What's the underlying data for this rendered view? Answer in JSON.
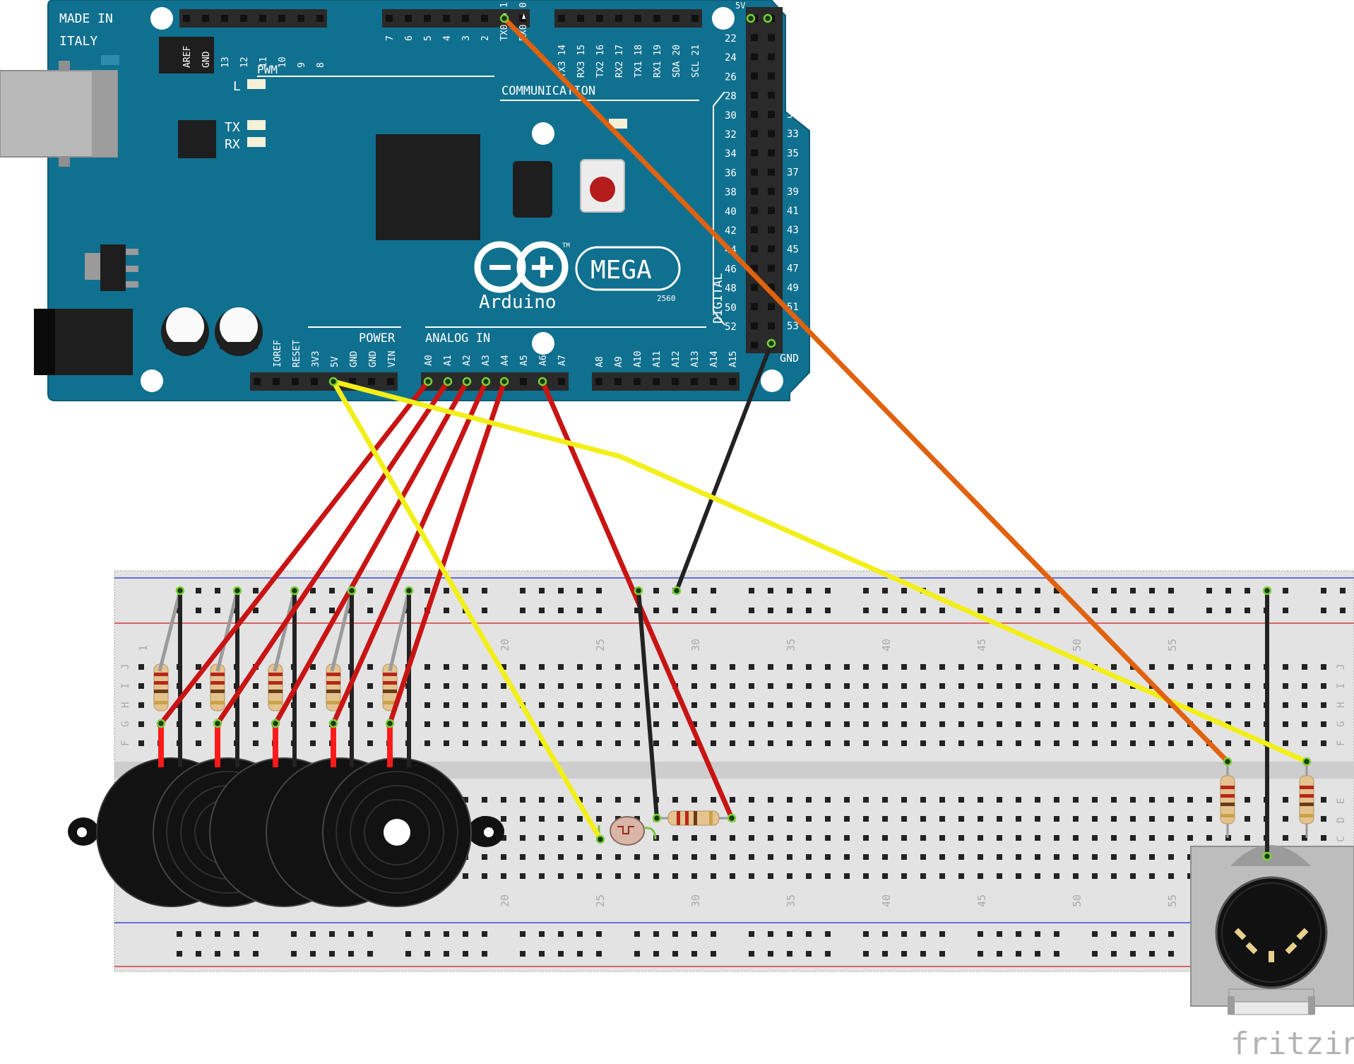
{
  "board": {
    "made_in": [
      "MADE IN",
      "ITALY"
    ],
    "brand": "Arduino",
    "model": "MEGA",
    "model_number": "2560",
    "tm": "TM",
    "section_pwm": "PWM",
    "section_communication": "COMMUNICATION",
    "section_power": "POWER",
    "section_analog_in": "ANALOG IN",
    "section_digital": "DIGITAL",
    "led_l": "L",
    "led_tx": "TX",
    "led_rx": "RX",
    "label_5v_top": "5V",
    "label_gnd_right": "GND",
    "header_top_left_labels": [
      "AREF",
      "GND",
      "13",
      "12",
      "11",
      "10",
      "9",
      "8"
    ],
    "header_top_mid_labels": [
      "7",
      "6",
      "5",
      "4",
      "3",
      "2",
      "TX0 ◄ 1",
      "RX0 ► 0"
    ],
    "header_top_comm_labels": [
      "TX3 14",
      "RX3 15",
      "TX2 16",
      "RX2 17",
      "TX1 18",
      "RX1 19",
      "SDA 20",
      "SCL 21"
    ],
    "digital_left_labels": [
      "22",
      "24",
      "26",
      "28",
      "30",
      "32",
      "34",
      "36",
      "38",
      "40",
      "42",
      "44",
      "46",
      "48",
      "50",
      "52"
    ],
    "digital_right_labels": [
      "31",
      "33",
      "35",
      "37",
      "39",
      "41",
      "43",
      "45",
      "47",
      "49",
      "51",
      "53"
    ],
    "power_labels": [
      "IOREF",
      "RESET",
      "3V3",
      "5V",
      "GND",
      "GND",
      "VIN"
    ],
    "analog_labels": [
      "A0",
      "A1",
      "A2",
      "A3",
      "A4",
      "A5",
      "A6",
      "A7"
    ],
    "analog_high_labels": [
      "A8",
      "A9",
      "A10",
      "A11",
      "A12",
      "A13",
      "A14",
      "A15"
    ]
  },
  "breadboard": {
    "column_numbers": [
      "1",
      "20",
      "25",
      "30",
      "35",
      "40",
      "45",
      "50",
      "55"
    ],
    "row_letters_top": [
      "J",
      "I",
      "H",
      "G",
      "F"
    ],
    "row_letters_bottom": [
      "E",
      "D",
      "C"
    ]
  },
  "watermark": "fritzing",
  "colors": {
    "board": "#10708f",
    "wire_red": "#c81414",
    "wire_yellow": "#f2ef1a",
    "wire_black": "#222222",
    "wire_orange": "#e0620e",
    "breadboard": "#e3e3e3"
  }
}
